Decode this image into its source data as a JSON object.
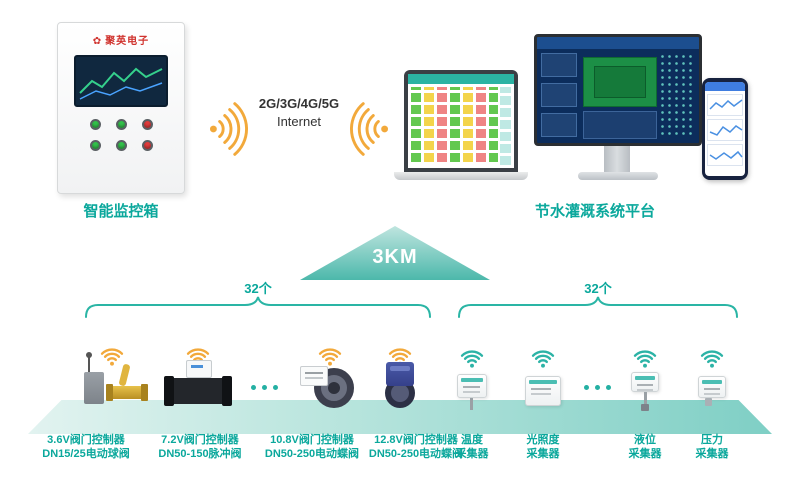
{
  "cabinet": {
    "brand": "聚英电子",
    "label": "智能监控箱"
  },
  "network": {
    "line1": "2G/3G/4G/5G",
    "line2": "Internet"
  },
  "platform_label": "节水灌溉系统平台",
  "range_label": "3KM",
  "groups": {
    "left_count": "32个",
    "right_count": "32个"
  },
  "devices": [
    {
      "name": "3.6V阀门控制器",
      "desc": "DN15/25电动球阀"
    },
    {
      "name": "7.2V阀门控制器",
      "desc": "DN50-150脉冲阀"
    },
    {
      "name": "10.8V阀门控制器",
      "desc": "DN50-250电动蝶阀"
    },
    {
      "name": "12.8V阀门控制器",
      "desc": "DN50-250电动蝶阀"
    },
    {
      "name": "温度",
      "desc": "采集器"
    },
    {
      "name": "光照度",
      "desc": "采集器"
    },
    {
      "name": "液位",
      "desc": "采集器"
    },
    {
      "name": "压力",
      "desc": "采集器"
    }
  ],
  "colors": {
    "teal": "#0ba89c",
    "wifi_orange": "#f2a93b",
    "wifi_teal": "#2cb3a6",
    "indicator_green": "#33c04a",
    "indicator_red": "#e03c3c"
  }
}
